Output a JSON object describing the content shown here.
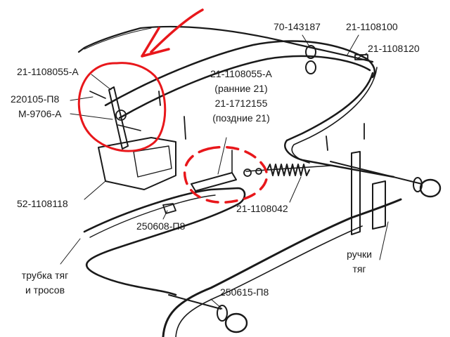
{
  "labels": {
    "p_70_143187": "70-143187",
    "p_21_1108100": "21-1108100",
    "p_21_1108120": "21-1108120",
    "p_21_1108055_a_left": "21-1108055-А",
    "p_21_1108055_a_right": "21-1108055-А",
    "p_rannie_21": "(ранние 21)",
    "p_21_1712155": "21-1712155",
    "p_pozdnie_21": "(поздние 21)",
    "p_220105_p8": "220105-П8",
    "p_m_9706_a": "М-9706-А",
    "p_52_1108118": "52-1108118",
    "p_250608_p8": "250608-П8",
    "p_21_1108042": "21-1108042",
    "ruchki_line1": "ручки",
    "ruchki_line2": "тяг",
    "trubka_line1": "трубка тяг",
    "trubka_line2": "и тросов",
    "p_250615_p8": "250615-П8"
  },
  "colors": {
    "line": "#1a1a1a",
    "annotation": "#e8171b",
    "background": "#ffffff"
  }
}
